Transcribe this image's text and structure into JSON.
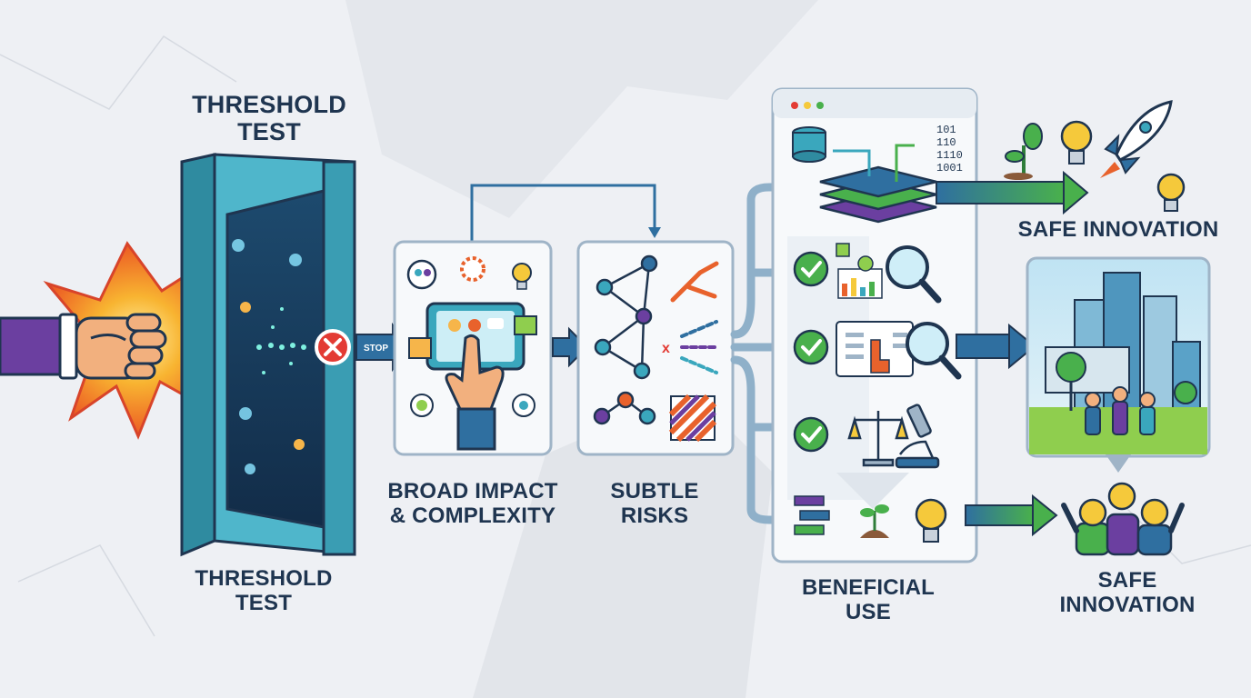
{
  "labels": {
    "threshold_top": "THRESHOLD\nTEST",
    "threshold_bottom": "THRESHOLD\nTEST",
    "stop": "STOP",
    "broad_impact": "BROAD IMPACT\n& COMPLEXITY",
    "subtle_risks": "SUBTLE\nRISKS",
    "beneficial_use": "BENEFICIAL\nUSE",
    "safe_innovation_top": "SAFE INNOVATION",
    "safe_innovation_bottom": "SAFE\nINNOVATION"
  },
  "binary": [
    "101",
    "110",
    "1110",
    "1001"
  ],
  "colors": {
    "navy": "#1f3550",
    "frame_blue": "#3aa7bd",
    "portal_dark": "#18395a",
    "arrow_blue": "#2f6fa0",
    "check_green": "#3aa24a",
    "stop_red": "#e33b34",
    "purple": "#6b3fa0",
    "orange": "#e8622c",
    "yellow": "#f5c93b",
    "panel_bg": "#f7f9fb"
  },
  "icons": [
    "fist-icon",
    "burst-icon",
    "stop-icon",
    "tablet-touch-icon",
    "network-icon",
    "database-icon",
    "layers-icon",
    "check-icon",
    "magnifier-icon",
    "scale-icon",
    "microscope-icon",
    "plant-icon",
    "lightbulb-icon",
    "rocket-icon",
    "city-icon",
    "people-icon"
  ]
}
